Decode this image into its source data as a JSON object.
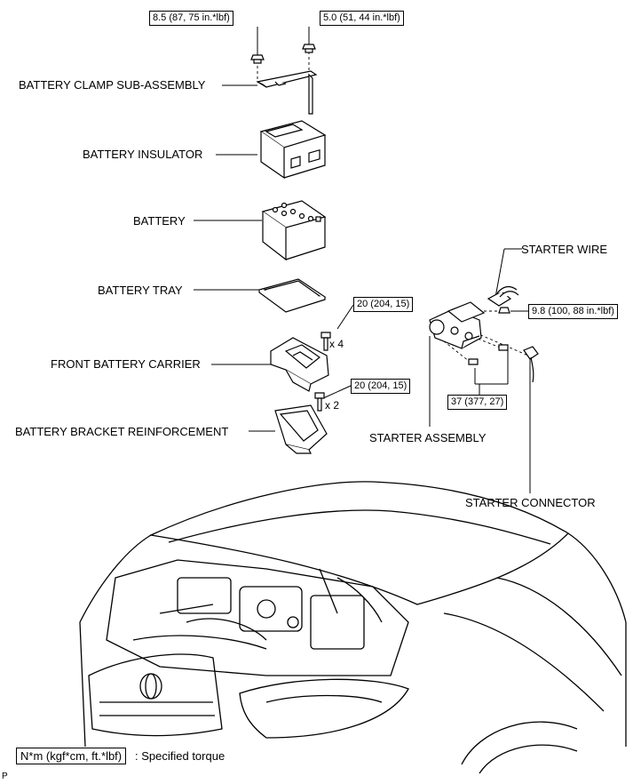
{
  "torques": {
    "clamp_nut_left": "8.5 (87, 75 in.*lbf)",
    "clamp_nut_right": "5.0 (51, 44 in.*lbf)",
    "carrier_bolt": "20 (204, 15)",
    "reinforcement_bolt": "20 (204, 15)",
    "starter_wire_nut": "9.8 (100, 88 in.*lbf)",
    "starter_bolt": "37 (377, 27)"
  },
  "quantities": {
    "carrier_bolts": "x 4",
    "reinforcement_bolts": "x 2"
  },
  "labels": {
    "battery_clamp": "BATTERY CLAMP SUB-ASSEMBLY",
    "battery_insulator": "BATTERY INSULATOR",
    "battery": "BATTERY",
    "battery_tray": "BATTERY TRAY",
    "front_battery_carrier": "FRONT BATTERY CARRIER",
    "battery_bracket_reinforcement": "BATTERY BRACKET REINFORCEMENT",
    "starter_wire": "STARTER WIRE",
    "starter_assembly": "STARTER ASSEMBLY",
    "starter_connector": "STARTER CONNECTOR"
  },
  "legend": {
    "unit_box": "N*m (kgf*cm, ft.*lbf)",
    "description": ": Specified torque"
  },
  "corner_code": "P"
}
